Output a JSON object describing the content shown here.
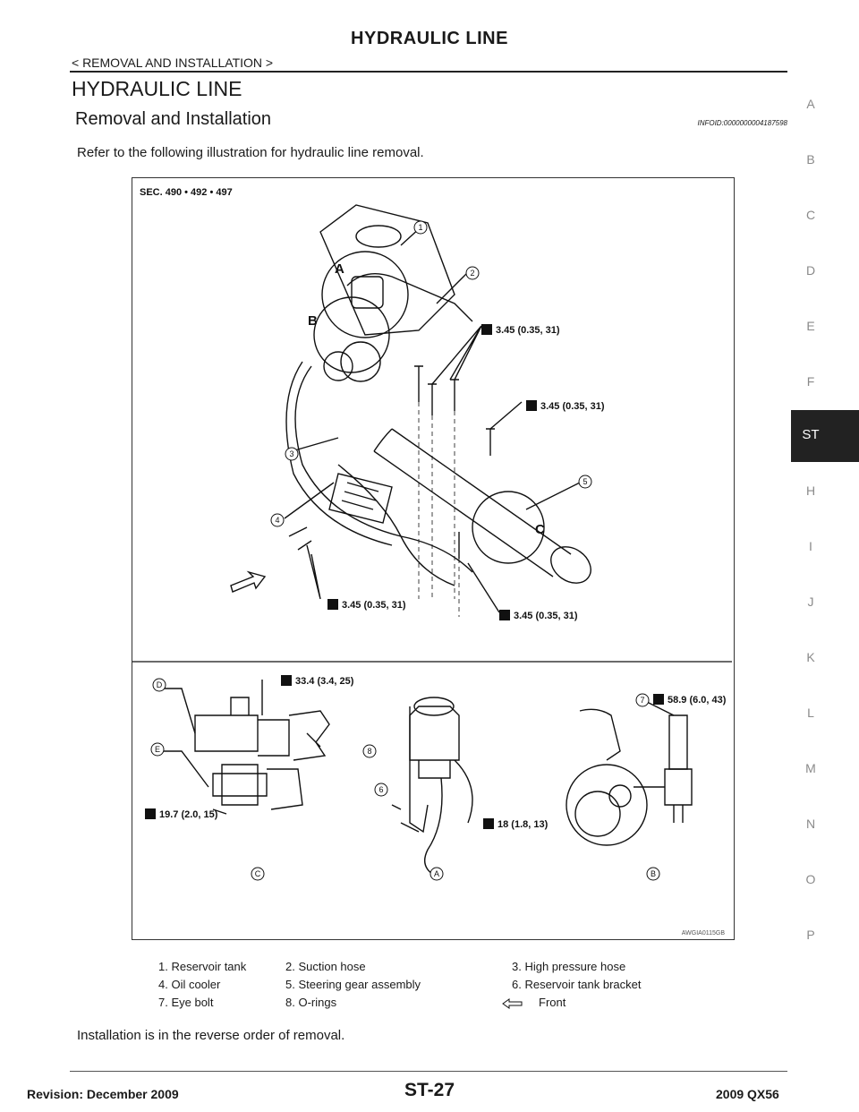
{
  "header": {
    "title": "HYDRAULIC LINE",
    "subtitle": "< REMOVAL AND INSTALLATION >"
  },
  "section": {
    "heading": "HYDRAULIC LINE",
    "subheading": "Removal and Installation",
    "info_id": "INFOID:0000000004187598",
    "intro": "Refer to the following illustration for hydraulic line removal."
  },
  "figure": {
    "sec_label": "SEC. 490 • 492 • 497",
    "torques": {
      "t1": "3.45 (0.35, 31)",
      "t2": "3.45 (0.35, 31)",
      "t3": "3.45 (0.35, 31)",
      "t4": "3.45 (0.35, 31)",
      "t5": "33.4 (3.4, 25)",
      "t6": "58.9 (6.0, 43)",
      "t7": "19.7 (2.0, 15)",
      "t8": "18 (1.8, 13)"
    },
    "callouts": [
      "1",
      "2",
      "3",
      "4",
      "5",
      "6",
      "7",
      "8"
    ],
    "letters": {
      "a": "A",
      "b": "B",
      "c": "C"
    },
    "circle_letters": {
      "d": "D",
      "e": "E",
      "c": "C",
      "a": "A",
      "b": "B"
    },
    "code": "AWGIA0115GB"
  },
  "legend": [
    [
      "1.    Reservoir tank",
      "2.    Suction hose",
      "3.    High pressure hose"
    ],
    [
      "4.    Oil cooler",
      "5.    Steering gear assembly",
      "6.    Reservoir tank bracket"
    ],
    [
      "7.    Eye bolt",
      "8.    O-rings",
      "Front"
    ]
  ],
  "install_note": "Installation is in the reverse order of removal.",
  "sidebar": {
    "letters": [
      "A",
      "B",
      "C",
      "D",
      "E",
      "F",
      "H",
      "I",
      "J",
      "K",
      "L",
      "M",
      "N",
      "O",
      "P"
    ],
    "active": "ST"
  },
  "footer": {
    "revision": "Revision: December 2009",
    "page": "ST-27",
    "model": "2009 QX56"
  }
}
